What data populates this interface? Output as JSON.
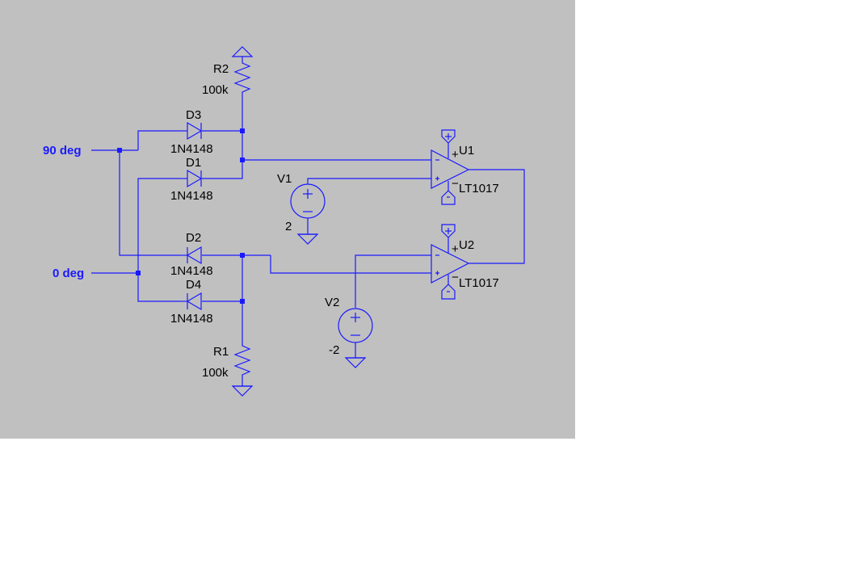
{
  "schematic": {
    "background_color": "#c0c0c0",
    "wire_color": "#1a1aff",
    "net_label_color": "#1a1aff",
    "text_color": "#000000",
    "net_labels": {
      "in_90": "90 deg",
      "in_0": "0 deg"
    },
    "components": {
      "R1": {
        "name": "R1",
        "value": "100k"
      },
      "R2": {
        "name": "R2",
        "value": "100k"
      },
      "D1": {
        "name": "D1",
        "value": "1N4148"
      },
      "D2": {
        "name": "D2",
        "value": "1N4148"
      },
      "D3": {
        "name": "D3",
        "value": "1N4148"
      },
      "D4": {
        "name": "D4",
        "value": "1N4148"
      },
      "V1": {
        "name": "V1",
        "value": "2"
      },
      "V2": {
        "name": "V2",
        "value": "-2"
      },
      "U1": {
        "name": "U1",
        "value": "LT1017"
      },
      "U2": {
        "name": "U2",
        "value": "LT1017"
      }
    }
  }
}
